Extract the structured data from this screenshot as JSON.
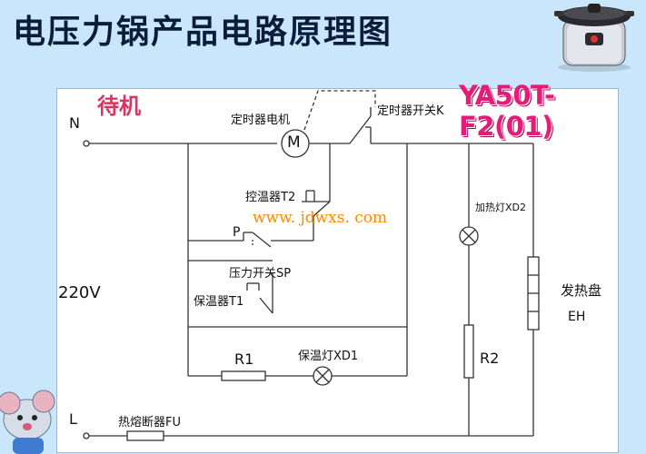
{
  "slide": {
    "title": "电压力锅产品电路原理图"
  },
  "diagram": {
    "status": "待机",
    "model": "YA50T-F2(01)",
    "watermark": "www. jdwxs. com",
    "terminals": {
      "n": "N",
      "l": "L",
      "voltage": "220V"
    },
    "labels": {
      "timer_motor": "定时器电机",
      "timer_switch": "定时器开关K",
      "motor_symbol": "M",
      "thermostat": "控温器T2",
      "p_label": "P",
      "pressure_switch": "压力开关SP",
      "keep_warm_thermostat": "保温器T1",
      "r1": "R1",
      "warm_lamp": "保温灯XD1",
      "fuse": "热熔断器FU",
      "heat_lamp": "加热灯XD2",
      "r2": "R2",
      "heater": "发热盘",
      "heater_code": "EH"
    }
  }
}
